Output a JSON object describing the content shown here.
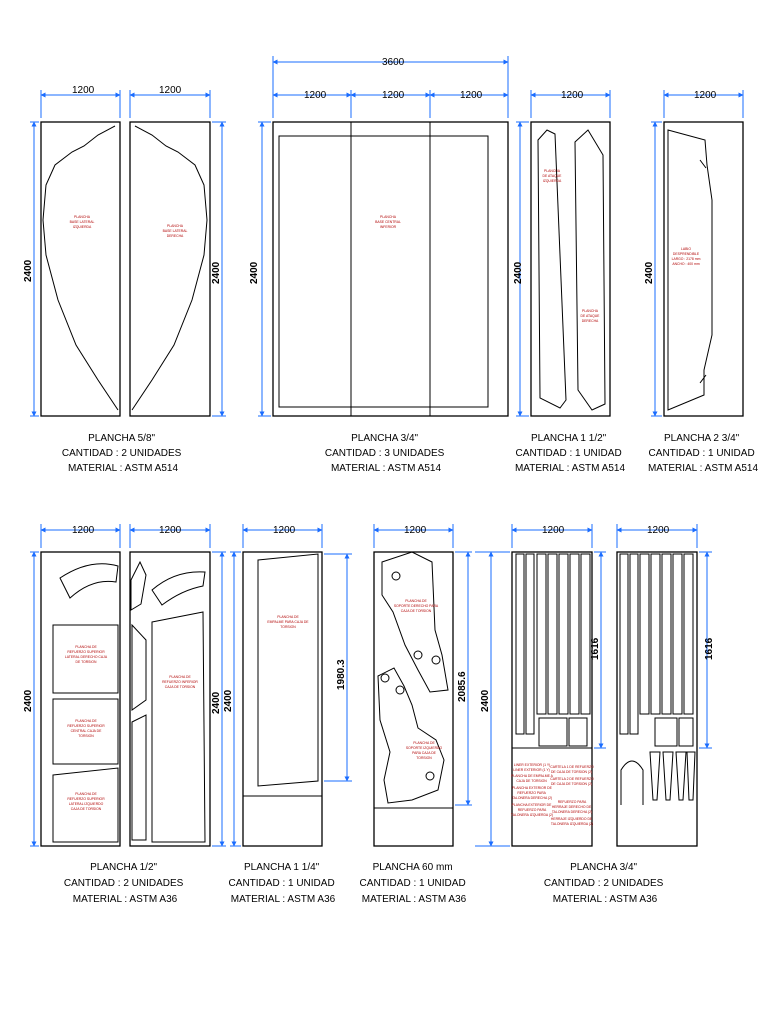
{
  "colors": {
    "dimension": "#1a6cff",
    "note": "#b00000",
    "outline": "#000000"
  },
  "dims": {
    "d1200": "1200",
    "d2400": "2400",
    "d3600": "3600",
    "d1616": "1616",
    "d1980": "1980.3",
    "d2085": "2085.6"
  },
  "sheets": [
    {
      "title": "PLANCHA 5/8\"",
      "qty": "CANTIDAD : 2 UNIDADES",
      "mat": "MATERIAL : ASTM A514"
    },
    {
      "title": "PLANCHA 3/4\"",
      "qty": "CANTIDAD : 3 UNIDADES",
      "mat": "MATERIAL : ASTM A514"
    },
    {
      "title": "PLANCHA 1 1/2\"",
      "qty": "CANTIDAD : 1 UNIDAD",
      "mat": "MATERIAL : ASTM A514"
    },
    {
      "title": "PLANCHA 2 3/4\"",
      "qty": "CANTIDAD : 1 UNIDAD",
      "mat": "MATERIAL : ASTM A514"
    },
    {
      "title": "PLANCHA 1/2\"",
      "qty": "CANTIDAD : 2 UNIDADES",
      "mat": "MATERIAL : ASTM A36"
    },
    {
      "title": "PLANCHA 1 1/4\"",
      "qty": "CANTIDAD : 1 UNIDAD",
      "mat": "MATERIAL : ASTM A36"
    },
    {
      "title": "PLANCHA 60 mm",
      "qty": "CANTIDAD : 1 UNIDAD",
      "mat": "MATERIAL : ASTM A36"
    },
    {
      "title": "PLANCHA 3/4\"",
      "qty": "CANTIDAD : 2 UNIDADES",
      "mat": "MATERIAL : ASTM A36"
    }
  ],
  "notes": {
    "n1": [
      "PLANCHA",
      "BASE LATERAL",
      "IZQUIERDA"
    ],
    "n2": [
      "PLANCHA",
      "BASE LATERAL",
      "DERECHA"
    ],
    "n3": [
      "PLANCHA",
      "BASE CENTRAL",
      "INFERIOR"
    ],
    "n4": [
      "PLANCHA",
      "DE ATAQUE",
      "IZQUIERDA"
    ],
    "n5": [
      "PLANCHA",
      "DE ATAQUE",
      "DERECHA"
    ],
    "n6": [
      "LABIO",
      "DESPRENDIBLE",
      "LARGO : 2178 mm",
      "ANCHO : 400 mm"
    ],
    "n7": [
      "PLANCHA DE",
      "REFUERZO SUPERIOR",
      "LATERAL DERECHO CAJA",
      "DE TORSION"
    ],
    "n8": [
      "PLANCHA DE",
      "REFUERZO SUPERIOR",
      "CENTRAL CAJA DE",
      "TORSION"
    ],
    "n9": [
      "PLANCHA DE",
      "REFUERZO SUPERIOR",
      "LATERAL IZQUIERDO",
      "CAJA DE TORSION"
    ],
    "n10": [
      "PLANCHA DE",
      "REFUERZO INFERIOR",
      "CAJA DE TORSION"
    ],
    "n11": [
      "PLANCHA DE",
      "EMPALME PARA CAJA DE",
      "TORSION"
    ],
    "n12": [
      "PLANCHA DE",
      "SOPORTE DERECHO PARA",
      "CAJA DE TORSION"
    ],
    "n13": [
      "PLANCHA DE",
      "SOPORTE IZQUIERDO",
      "PARA CAJA DE",
      "TORSION"
    ],
    "n14": [
      "LINER EXTERIOR (1 Y)",
      "LINER EXTERIOR (1 Y)",
      "PLANCHA DE EMPALME A",
      "CAJA DE TORSION",
      "PLANCHA EXTERIOR DE",
      "REFUERZO PARA",
      "TALONERA DERECHA (2)",
      "PLANCHA EXTERIOR DE",
      "REFUERZO PARA",
      "TALONERA IZQUIERDA (2)"
    ],
    "n15": [
      "CARTELA 1 DE REFUERZO",
      "DE CAJA DE TORSION (2)",
      "CARTELA 2 DE REFUERZO",
      "DE CAJA DE TORSION (2)",
      "REFUERZO PARA",
      "HERRAJE DERECHO DE",
      "TALONERA DERECHA (2)",
      "HERRAJE IZQUIERDO DE",
      "TALONERA IZQUIERDA (2)"
    ]
  }
}
